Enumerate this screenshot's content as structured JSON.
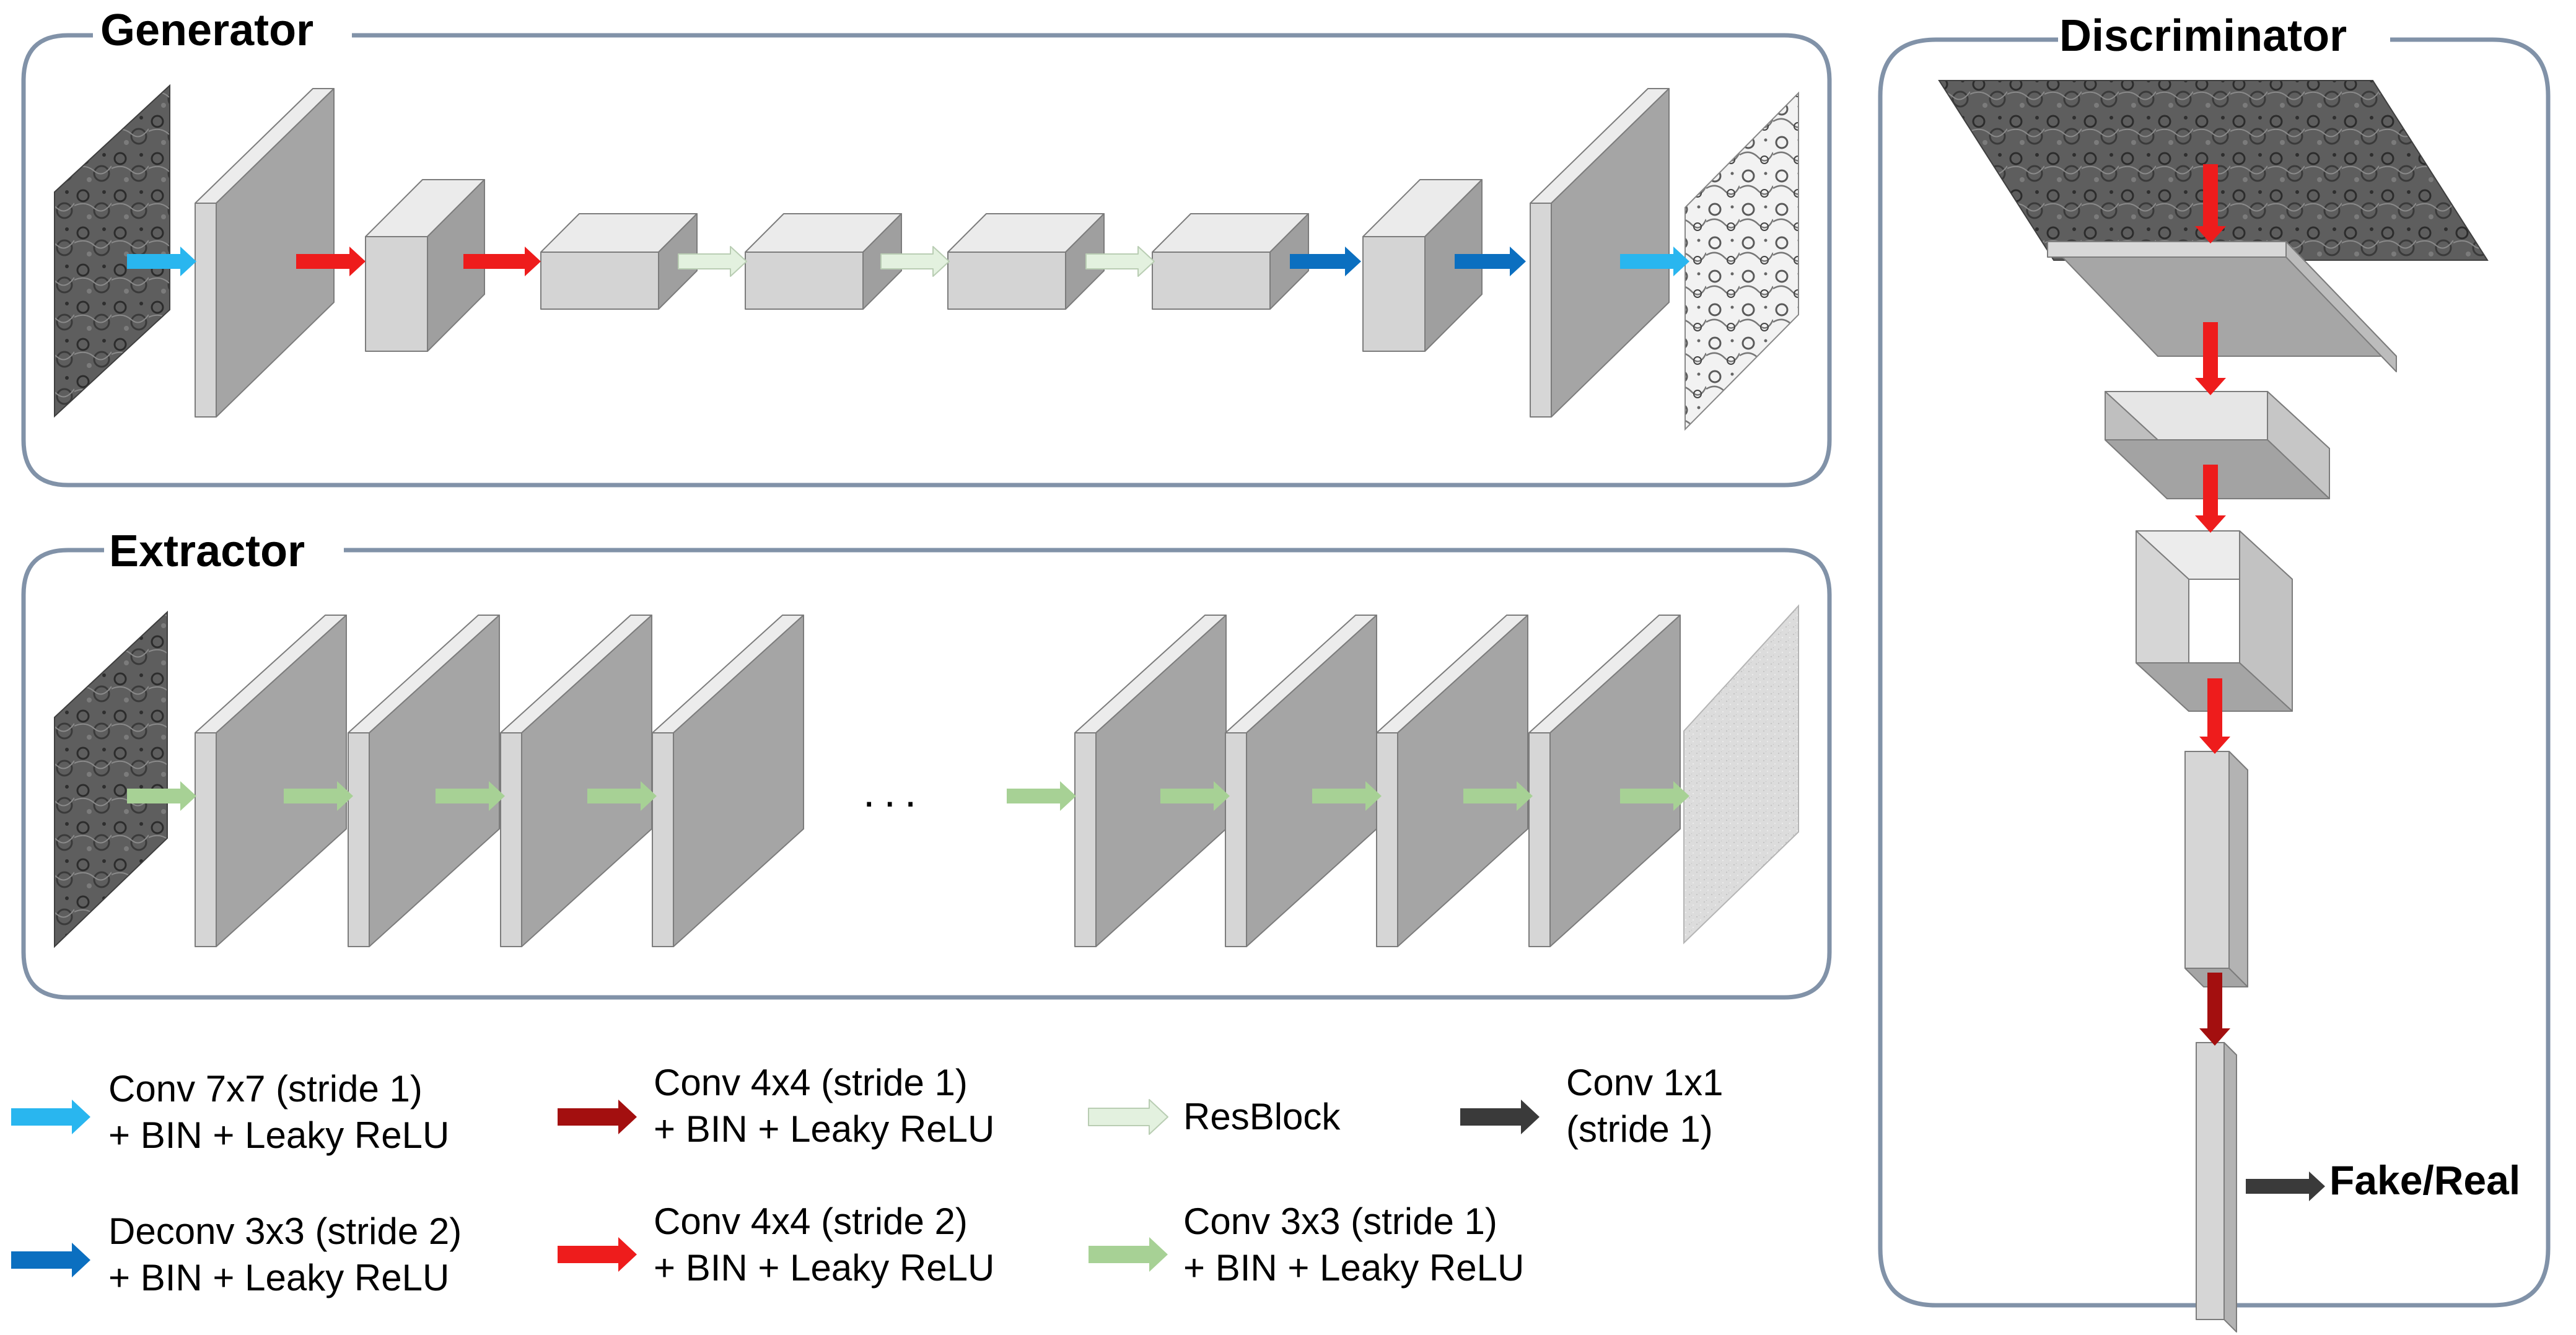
{
  "panels": {
    "generator": {
      "title": "Generator"
    },
    "extractor": {
      "title": "Extractor"
    },
    "discriminator": {
      "title": "Discriminator"
    }
  },
  "extractor_ellipsis": "...",
  "output_label": "Fake/Real",
  "arrow_colors": {
    "conv7x7": "#29b6ef",
    "deconv3x3": "#0b6fc0",
    "conv4x4_s1": "#a30f0f",
    "conv4x4_s2": "#ee1c1c",
    "resblock": "#e3f1df",
    "conv3x3": "#a7d195",
    "conv1x1": "#3a3a3a"
  },
  "legend": [
    {
      "key": "conv7x7",
      "line1": "Conv 7x7 (stride 1)",
      "line2": "+ BIN + Leaky ReLU"
    },
    {
      "key": "deconv3x3",
      "line1": "Deconv 3x3 (stride 2)",
      "line2": "+ BIN + Leaky ReLU"
    },
    {
      "key": "conv4x4_s1",
      "line1": "Conv 4x4 (stride 1)",
      "line2": "+ BIN + Leaky ReLU"
    },
    {
      "key": "conv4x4_s2",
      "line1": "Conv 4x4 (stride 2)",
      "line2": "+ BIN + Leaky ReLU"
    },
    {
      "key": "resblock",
      "line1": "ResBlock",
      "line2": ""
    },
    {
      "key": "conv3x3",
      "line1": "Conv 3x3 (stride 1)",
      "line2": "+ BIN + Leaky ReLU"
    },
    {
      "key": "conv1x1",
      "line1": "Conv 1x1",
      "line2": "(stride 1)"
    }
  ]
}
